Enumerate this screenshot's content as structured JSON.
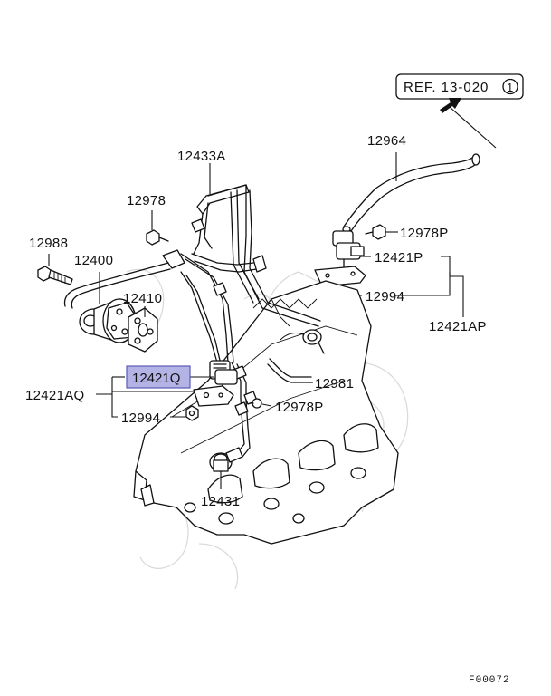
{
  "reference": {
    "text": "REF. 13-020",
    "circle_number": "1"
  },
  "callouts": [
    {
      "id": "12964",
      "text": "12964"
    },
    {
      "id": "12433A",
      "text": "12433A"
    },
    {
      "id": "12978-top",
      "text": "12978"
    },
    {
      "id": "12988",
      "text": "12988"
    },
    {
      "id": "12400",
      "text": "12400"
    },
    {
      "id": "12410",
      "text": "12410"
    },
    {
      "id": "12978P-top",
      "text": "12978P"
    },
    {
      "id": "12421P",
      "text": "12421P"
    },
    {
      "id": "12994-right",
      "text": "12994"
    },
    {
      "id": "12421AP",
      "text": "12421AP"
    },
    {
      "id": "12421Q",
      "text": "12421Q",
      "highlighted": true
    },
    {
      "id": "12421AQ",
      "text": "12421AQ"
    },
    {
      "id": "12981",
      "text": "12981"
    },
    {
      "id": "12978P-bottom",
      "text": "12978P"
    },
    {
      "id": "12994-left",
      "text": "12994"
    },
    {
      "id": "12431",
      "text": "12431"
    }
  ],
  "figure_code": "F00072",
  "colors": {
    "highlight_fill": "#b3b3e6",
    "highlight_stroke": "#5a5ab8",
    "ink": "#111111",
    "watermark": "#d9d9d9"
  }
}
